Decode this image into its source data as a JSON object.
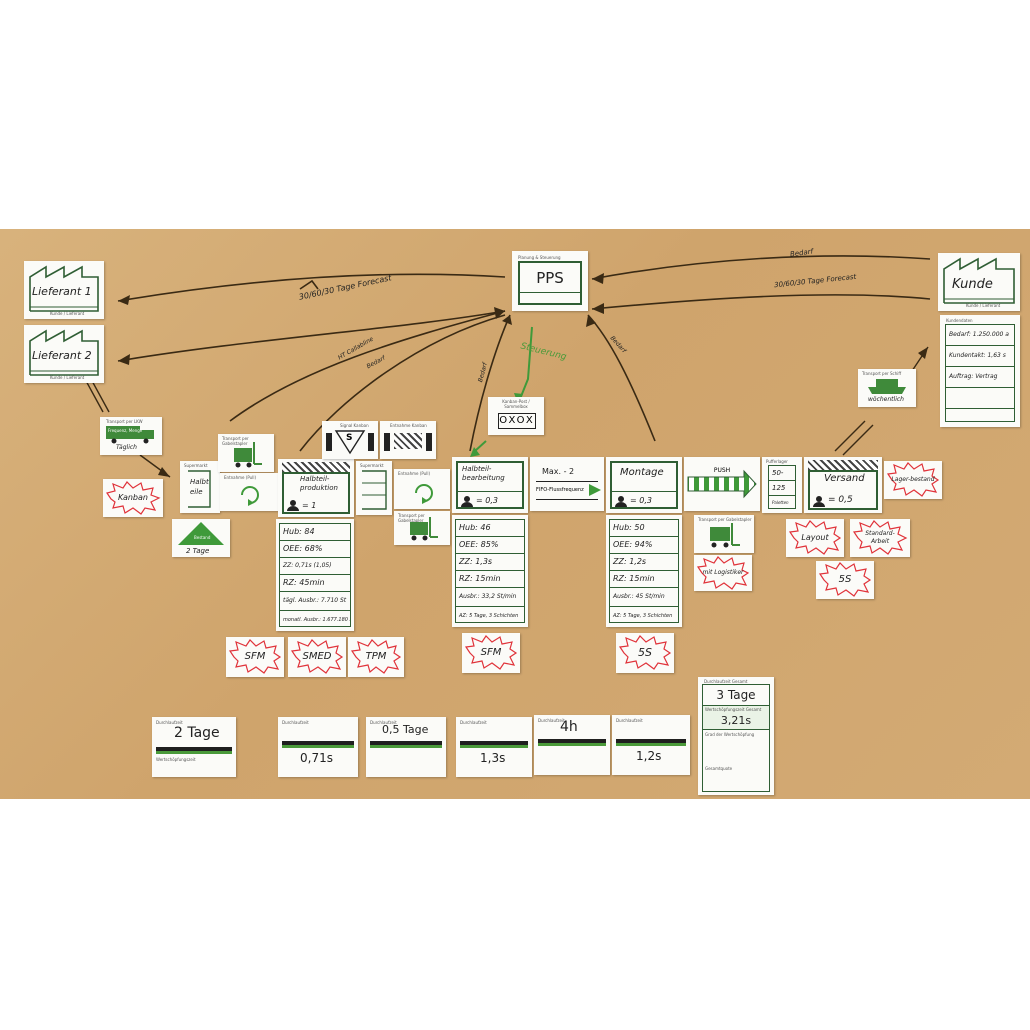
{
  "pps": {
    "title": "PPS",
    "caption": "Planung & Steuerung"
  },
  "suppliers": [
    {
      "name": "Lieferant 1",
      "caption": "Kunde / Lieferant"
    },
    {
      "name": "Lieferant 2",
      "caption": "Kunde / Lieferant"
    }
  ],
  "customer": {
    "name": "Kunde",
    "caption": "Kunde / Lieferant",
    "data_header": "Kundendaten",
    "rows": [
      "Bedarf: 1.250.000 a",
      "Kundentakt: 1,63 s",
      "Auftrag: Vertrag",
      "",
      ""
    ]
  },
  "flows": {
    "top_right_1": "Bedarf",
    "top_right_2": "30/60/30 Tage Forecast",
    "left_1": "30/60/30 Tage Forecast",
    "left_2": "HT Callabline",
    "left_3": "Bedarf",
    "center_left_1": "Bedarf",
    "center_left_2": "Bedarf",
    "center_green": "Steuerung",
    "center_right": "Bedarf"
  },
  "transport_lkw": {
    "title": "Transport per LKW",
    "line1": "Frequenz, Menge",
    "line2": "Täglich"
  },
  "transport_ship": {
    "title": "Transport per Schiff",
    "value": "wöchentlich"
  },
  "kanban_label": "Kanban",
  "supermarket": {
    "title": "Supermarkt",
    "label": "Halbteile"
  },
  "forklift1": {
    "title": "Transport per Gabelstapler"
  },
  "entnahme1": {
    "title": "Entnahme (Pull)"
  },
  "signal_kanban": {
    "title": "Signal Kanban",
    "symbol": "S"
  },
  "entnahme_kanban": {
    "title": "Entnahme Kanban"
  },
  "supermarket2": {
    "title": "Supermarkt"
  },
  "entnahme2": {
    "title": "Entnahme (Pull)"
  },
  "forklift2": {
    "title": "Transport per Gabelstapler"
  },
  "bestand": {
    "title": "Bestand",
    "value": "2 Tage"
  },
  "kanbanbox": {
    "title": "Kanban-Post / Sammelbox",
    "text": "OXOX"
  },
  "processes": [
    {
      "name": "Halbteil-produktion",
      "operator": "= 1",
      "rows": [
        "Hub: 84",
        "OEE: 68%",
        "ZZ: 0,71s (1,05)",
        "RZ: 45min",
        "tägl. Ausbr.: 7.710 St",
        "monatl. Ausbr.: 1.677.180 St"
      ]
    },
    {
      "name": "Halbteil-bearbeitung",
      "operator": "= 0,3",
      "rows": [
        "Hub: 46",
        "OEE: 85%",
        "ZZ: 1,3s",
        "RZ: 15min",
        "Ausbr.: 33,2 St/min",
        "AZ: 5 Tage, 3 Schichten"
      ]
    },
    {
      "name": "Montage",
      "operator": "= 0,3",
      "rows": [
        "Hub: 50",
        "OEE: 94%",
        "ZZ: 1,2s",
        "RZ: 15min",
        "Ausbr.: 45 St/min",
        "AZ: 5 Tage, 3 Schichten"
      ]
    },
    {
      "name": "Versand",
      "operator": "= 0,5"
    }
  ],
  "fifo": {
    "max": "Max. - 2",
    "label": "FIFO-Flussfrequenz"
  },
  "push": {
    "label": "PUSH"
  },
  "buffer": {
    "title": "Pufferlager",
    "v1": "50-",
    "v2": "125",
    "v3": "Paletten"
  },
  "forklift3": {
    "title": "Transport per Gabelstapler",
    "caption": "mit Logistiker"
  },
  "kaizen": {
    "lagerbestand": "Lager-bestand",
    "layout": "Layout",
    "standard": "Standard-Arbeit",
    "fives_small": "5S",
    "sfm1": "SFM",
    "smed": "SMED",
    "tpm": "TPM",
    "sfm2": "SFM",
    "fives": "5S"
  },
  "timeline": {
    "title": "Durchlaufzeit",
    "va_title": "Wertschöpfungszeit",
    "wait": [
      "2 Tage",
      "0,5 Tage",
      "4h"
    ],
    "va": [
      "0,71s",
      "1,3s",
      "1,2s"
    ]
  },
  "summary": {
    "dlz_title": "Durchlaufzeit Gesamt",
    "dlz_value": "3 Tage",
    "wsz_title": "Wertschöpfungszeit Gesamt",
    "wsz_value": "3,21s",
    "grad_title": "Grad der Wertschöpfung",
    "gesamt_title": "Gesamtquote"
  },
  "colors": {
    "accent": "#4a9a3a",
    "frame": "#2f5e34",
    "paper": "#d3aa74",
    "kaizen": "#e0333a"
  }
}
